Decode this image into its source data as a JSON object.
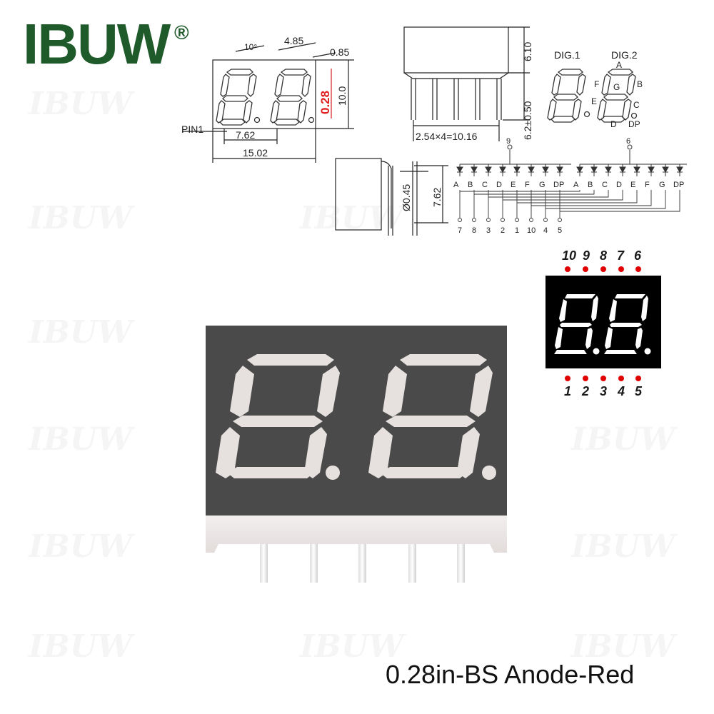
{
  "brand": {
    "name": "IBUW",
    "registered": "®",
    "watermark": "IBUW"
  },
  "front_view": {
    "angle": "10°",
    "digit_width": "4.85",
    "seg_width": "0.85",
    "char_height": "0.28",
    "height": "10.0",
    "pin1": "PIN1",
    "pitch": "7.62",
    "total_width": "15.02"
  },
  "side_view": {
    "body_height": "6.10",
    "pin_length": "6.2±0.50",
    "pin_span": "2.54×4=10.16"
  },
  "segment_labels": {
    "dig1": "DIG.1",
    "dig2": "DIG.2",
    "a": "A",
    "b": "B",
    "c": "C",
    "d": "D",
    "e": "E",
    "f": "F",
    "g": "G",
    "dp": "DP"
  },
  "end_view": {
    "pin_diameter": "Ø0.45",
    "row_spacing": "7.62"
  },
  "circuit": {
    "common_left": "9",
    "common_right": "6",
    "segments": [
      "A",
      "B",
      "C",
      "D",
      "E",
      "F",
      "G",
      "DP"
    ],
    "pins": [
      "7",
      "8",
      "3",
      "2",
      "1",
      "10",
      "4",
      "5"
    ]
  },
  "pinout": {
    "top": [
      "10",
      "9",
      "8",
      "7",
      "6"
    ],
    "bottom": [
      "1",
      "2",
      "3",
      "4",
      "5"
    ]
  },
  "caption": "0.28in-BS Anode-Red",
  "colors": {
    "brand_green": "#1f5a2b",
    "dimension_red": "#e02020",
    "pin_dot_red": "#e00000",
    "display_body": "#4a4a4a",
    "segment_off": "#e6e0de",
    "base": "#eeeaea"
  }
}
